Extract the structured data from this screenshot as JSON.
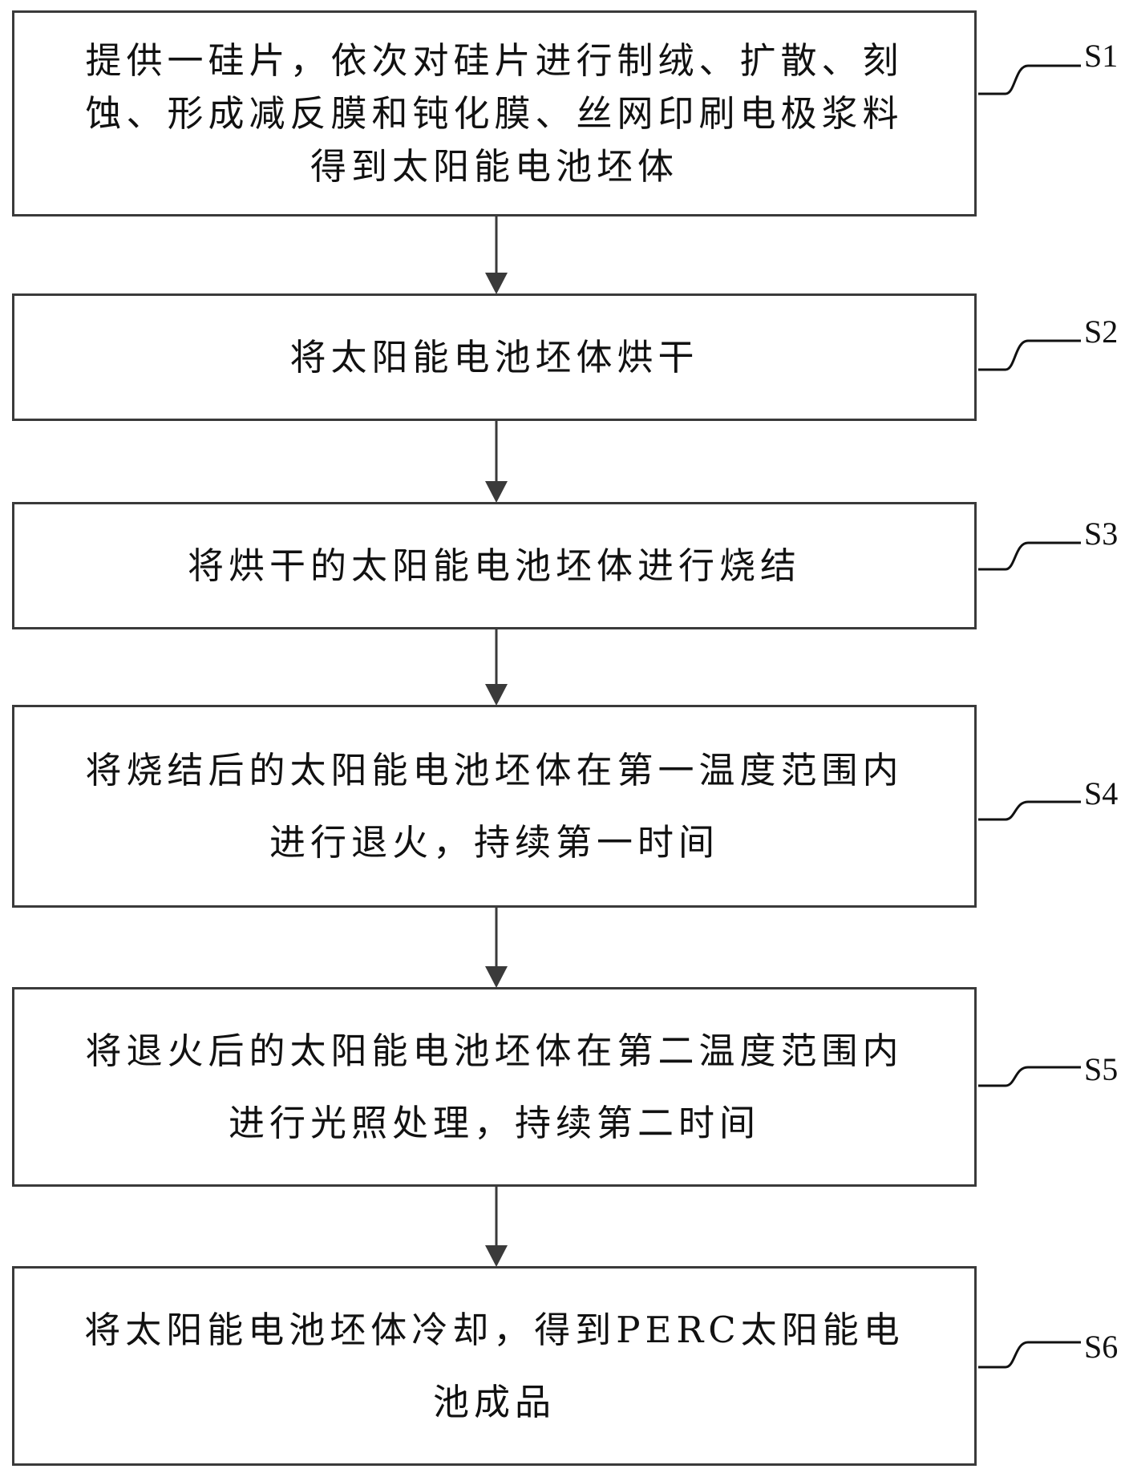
{
  "diagram": {
    "type": "flowchart",
    "direction": "top-to-bottom",
    "steps": [
      {
        "label": "S1",
        "lines": [
          "提供一硅片，依次对硅片进行制绒、扩散、刻",
          "蚀、形成减反膜和钝化膜、丝网印刷电极浆料",
          "得到太阳能电池坯体"
        ]
      },
      {
        "label": "S2",
        "lines": [
          "将太阳能电池坯体烘干"
        ]
      },
      {
        "label": "S3",
        "lines": [
          "将烘干的太阳能电池坯体进行烧结"
        ]
      },
      {
        "label": "S4",
        "lines": [
          "将烧结后的太阳能电池坯体在第一温度范围内",
          "进行退火，持续第一时间"
        ]
      },
      {
        "label": "S5",
        "lines": [
          "将退火后的太阳能电池坯体在第二温度范围内",
          "进行光照处理，持续第二时间"
        ]
      },
      {
        "label": "S6",
        "lines": [
          "将太阳能电池坯体冷却，得到PERC太阳能电",
          "池成品"
        ]
      }
    ],
    "edges": [
      {
        "from": "S1",
        "to": "S2"
      },
      {
        "from": "S2",
        "to": "S3"
      },
      {
        "from": "S3",
        "to": "S4"
      },
      {
        "from": "S4",
        "to": "S5"
      },
      {
        "from": "S5",
        "to": "S6"
      }
    ],
    "colors": {
      "stroke": "#3a3a3a",
      "text": "#111111",
      "background": "#ffffff"
    }
  }
}
